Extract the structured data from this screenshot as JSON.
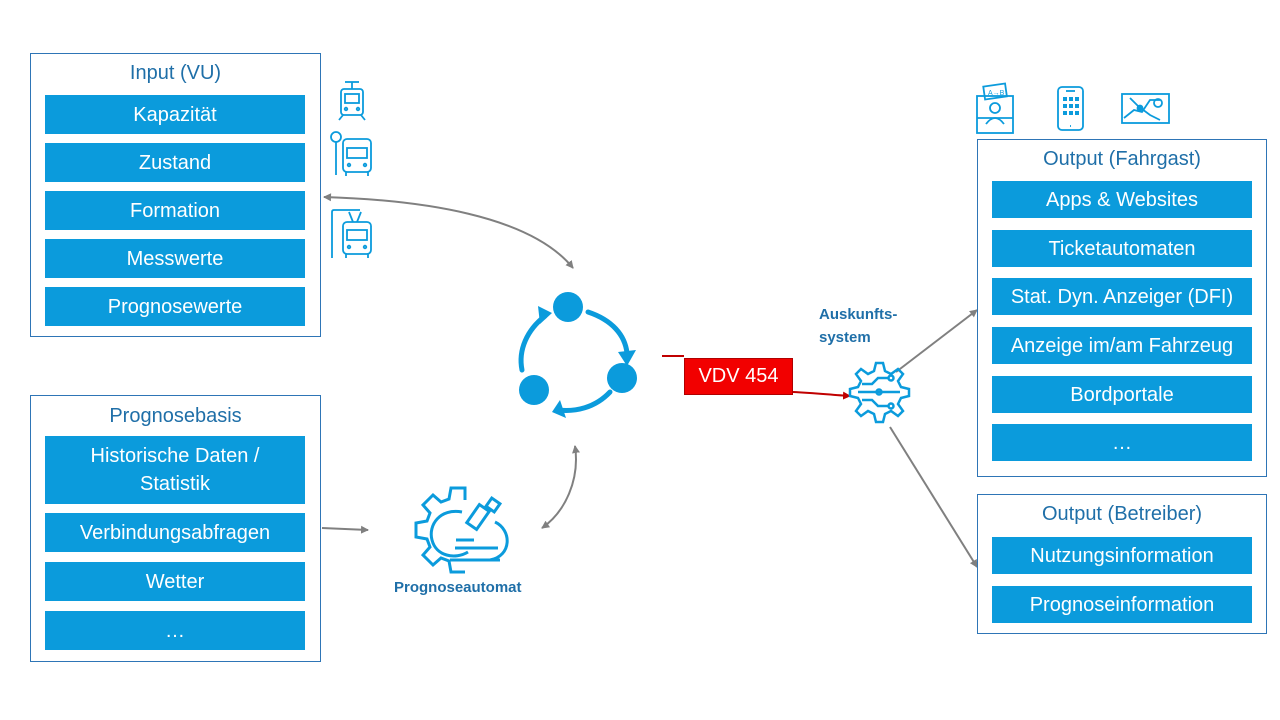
{
  "input_panel": {
    "title": "Input (VU)",
    "items": [
      "Kapazität",
      "Zustand",
      "Formation",
      "Messwerte",
      "Prognosewerte"
    ]
  },
  "basis_panel": {
    "title": "Prognosebasis",
    "items": [
      "Historische Daten /\nStatistik",
      "Verbindungsabfragen",
      "Wetter",
      "…"
    ]
  },
  "fahrgast_panel": {
    "title": "Output (Fahrgast)",
    "items": [
      "Apps & Websites",
      "Ticketautomaten",
      "Stat. Dyn. Anzeiger (DFI)",
      "Anzeige im/am Fahrzeug",
      "Bordportale",
      "…"
    ]
  },
  "betreiber_panel": {
    "title": "Output (Betreiber)",
    "items": [
      "Nutzungsinformation",
      "Prognoseinformation"
    ]
  },
  "labels": {
    "prognoseautomat": "Prognoseautomat",
    "auskunftssystem_line1": "Auskunfts-",
    "auskunftssystem_line2": "system",
    "vdv": "VDV 454"
  },
  "icons": {
    "left_vehicles": [
      "tram-icon",
      "bus-stop-icon",
      "trolleybus-icon"
    ],
    "right_channels": [
      "ticket-counter-icon",
      "smartphone-icon",
      "network-map-icon"
    ],
    "center": "cycle-icon",
    "automat": "gear-microscope-icon",
    "auskunft": "gear-circuit-icon"
  },
  "colors": {
    "accent": "#0B9BDC",
    "border": "#2E75B6",
    "title": "#1F6FA8",
    "arrow": "#808080",
    "vdv": "#F20000"
  }
}
